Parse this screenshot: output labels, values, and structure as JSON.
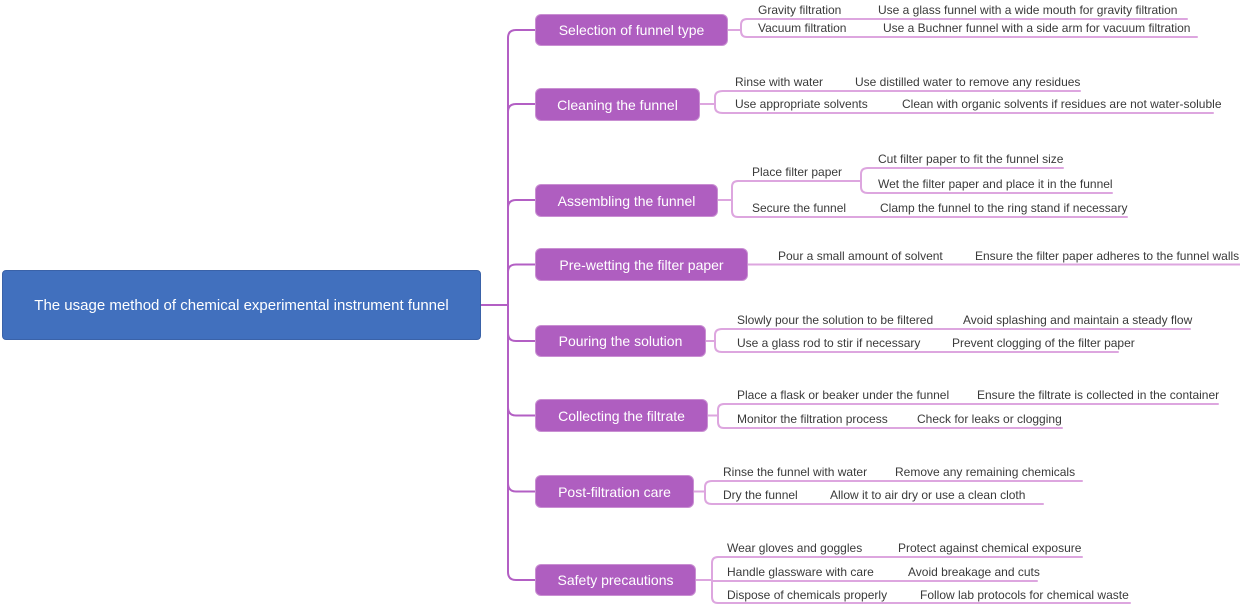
{
  "colors": {
    "root_fill": "#4170BE",
    "branch_fill": "#AF5EC0",
    "branch_border": "#C98FD2",
    "connector": "#B35FC4",
    "underline": "#DDA6DF",
    "root_text": "#FFFFFF",
    "branch_text": "#FFFFFF",
    "leaf_text": "#3A3A3A"
  },
  "root": {
    "label": "The usage method of chemical experimental instrument funnel"
  },
  "branches": [
    {
      "label": "Selection of funnel type",
      "children": [
        {
          "label": "Gravity filtration",
          "children": [
            {
              "label": "Use a glass funnel with a wide mouth for gravity filtration"
            }
          ]
        },
        {
          "label": "Vacuum filtration",
          "children": [
            {
              "label": "Use a Buchner funnel with a side arm for vacuum filtration"
            }
          ]
        }
      ]
    },
    {
      "label": "Cleaning the funnel",
      "children": [
        {
          "label": "Rinse with water",
          "children": [
            {
              "label": "Use distilled water to remove any residues"
            }
          ]
        },
        {
          "label": "Use appropriate solvents",
          "children": [
            {
              "label": "Clean with organic solvents if residues are not water-soluble"
            }
          ]
        }
      ]
    },
    {
      "label": "Assembling the funnel",
      "children": [
        {
          "label": "Place filter paper",
          "children": [
            {
              "label": "Cut filter paper to fit the funnel size"
            },
            {
              "label": "Wet the filter paper and place it in the funnel"
            }
          ]
        },
        {
          "label": "Secure the funnel",
          "children": [
            {
              "label": "Clamp the funnel to the ring stand if necessary"
            }
          ]
        }
      ]
    },
    {
      "label": "Pre-wetting the filter paper",
      "children": [
        {
          "label": "Pour a small amount of solvent",
          "children": [
            {
              "label": "Ensure the filter paper adheres to the funnel walls"
            }
          ]
        }
      ]
    },
    {
      "label": "Pouring the solution",
      "children": [
        {
          "label": "Slowly pour the solution to be filtered",
          "children": [
            {
              "label": "Avoid splashing and maintain a steady flow"
            }
          ]
        },
        {
          "label": "Use a glass rod to stir if necessary",
          "children": [
            {
              "label": "Prevent clogging of the filter paper"
            }
          ]
        }
      ]
    },
    {
      "label": "Collecting the filtrate",
      "children": [
        {
          "label": "Place a flask or beaker under the funnel",
          "children": [
            {
              "label": "Ensure the filtrate is collected in the container"
            }
          ]
        },
        {
          "label": "Monitor the filtration process",
          "children": [
            {
              "label": "Check for leaks or clogging"
            }
          ]
        }
      ]
    },
    {
      "label": "Post-filtration care",
      "children": [
        {
          "label": "Rinse the funnel with water",
          "children": [
            {
              "label": "Remove any remaining chemicals"
            }
          ]
        },
        {
          "label": "Dry the funnel",
          "children": [
            {
              "label": "Allow it to air dry or use a clean cloth"
            }
          ]
        }
      ]
    },
    {
      "label": "Safety precautions",
      "children": [
        {
          "label": "Wear gloves and goggles",
          "children": [
            {
              "label": "Protect against chemical exposure"
            }
          ]
        },
        {
          "label": "Handle glassware with care",
          "children": [
            {
              "label": "Avoid breakage and cuts"
            }
          ]
        },
        {
          "label": "Dispose of chemicals properly",
          "children": [
            {
              "label": "Follow lab protocols for chemical waste"
            }
          ]
        }
      ]
    }
  ]
}
